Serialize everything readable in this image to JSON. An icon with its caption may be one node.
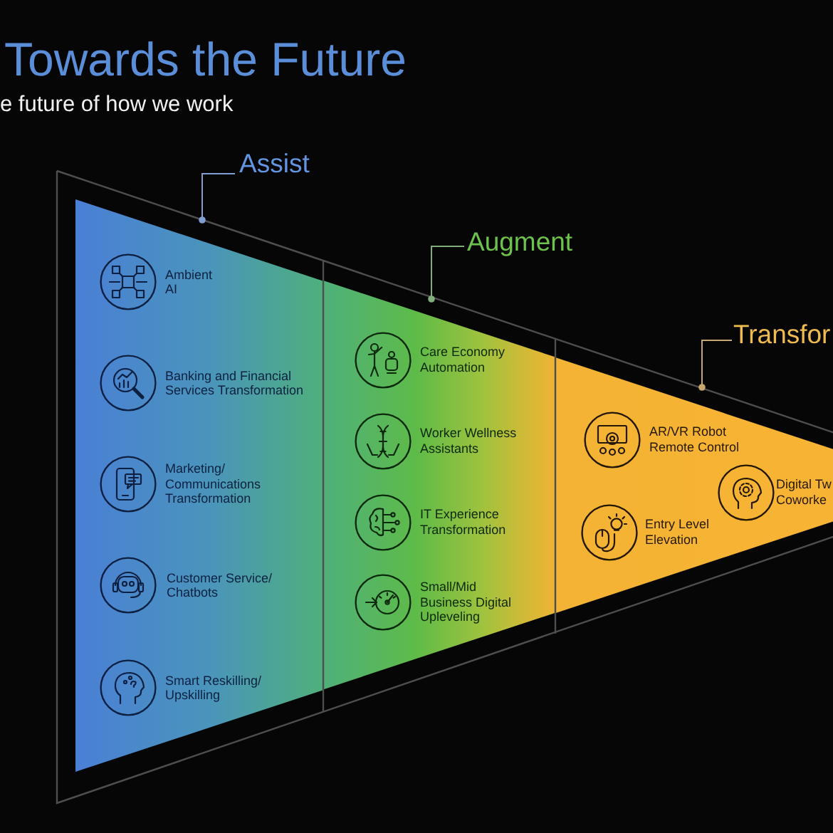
{
  "diagram": {
    "title": "Towards the Future",
    "nodes": [
      {
        "text": [
          "Assist"
        ]
      },
      {
        "text": [
          "Ambient AI"
        ],
        "in": 0
      },
      {
        "text": [
          "Banking and Financial Services Transformation"
        ],
        "in": 0
      },
      {
        "text": [
          "Marketing/ Communications Transformation"
        ],
        "in": 0
      },
      {
        "text": [
          "Customer Service/ Chatbots"
        ],
        "in": 0
      },
      {
        "text": [
          "Smart Reskilling/ Upskilling"
        ],
        "in": 0
      },
      {
        "text": [
          "Augment"
        ]
      },
      {
        "text": [
          "Care Economy Automation"
        ],
        "in": 6
      },
      {
        "text": [
          "Worker Wellness Assistants"
        ],
        "in": 6
      },
      {
        "text": [
          "IT Experience Transformation"
        ],
        "in": 6
      },
      {
        "text": [
          "Small/Mid Business Digital Upleveling"
        ],
        "in": 6
      },
      {
        "text": [
          "Transfor"
        ]
      },
      {
        "text": [
          "AR/VR Robot Remote Control"
        ],
        "in": 11
      },
      {
        "text": [
          "Digital Tw Coworke"
        ],
        "in": 11
      },
      {
        "text": [
          "Entry Level Elevation"
        ],
        "in": 11
      }
    ],
    "labels": [
      "e future of how we work"
    ]
  }
}
